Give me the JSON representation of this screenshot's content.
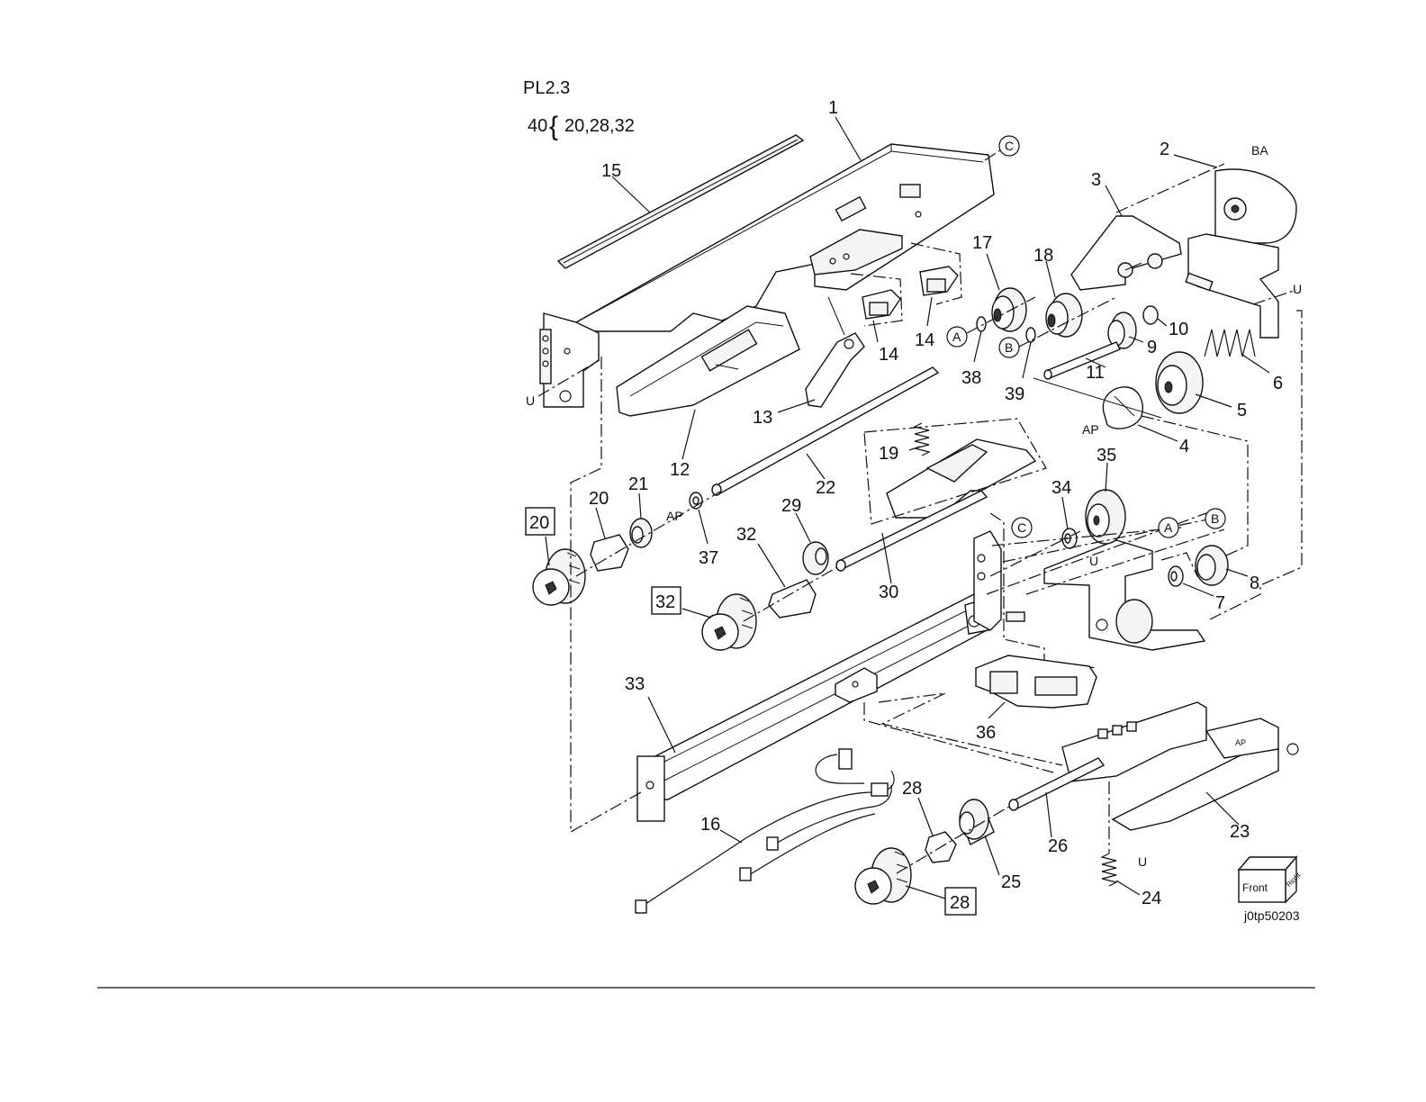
{
  "header": {
    "plate": "PL2.3",
    "kit_number": "40",
    "kit_brace": "{",
    "kit_parts": "20,28,32"
  },
  "figure_id": "j0tp50203",
  "orientation_cube": {
    "front": "Front",
    "right": "Right"
  },
  "callouts": [
    "1",
    "2",
    "3",
    "4",
    "5",
    "6",
    "7",
    "8",
    "9",
    "10",
    "11",
    "12",
    "13",
    "14",
    "14",
    "15",
    "16",
    "17",
    "18",
    "19",
    "20",
    "21",
    "22",
    "23",
    "24",
    "25",
    "26",
    "27",
    "28",
    "29",
    "30",
    "31",
    "32",
    "33",
    "34",
    "35",
    "36",
    "37",
    "38",
    "39",
    "39"
  ],
  "boxed_callouts": [
    "20",
    "32",
    "28"
  ],
  "connector_markers": [
    "A",
    "B",
    "C",
    "A",
    "B",
    "C"
  ],
  "annotations": [
    "BA",
    "U",
    "U",
    "U",
    "U",
    "AP",
    "AP",
    "AP"
  ]
}
